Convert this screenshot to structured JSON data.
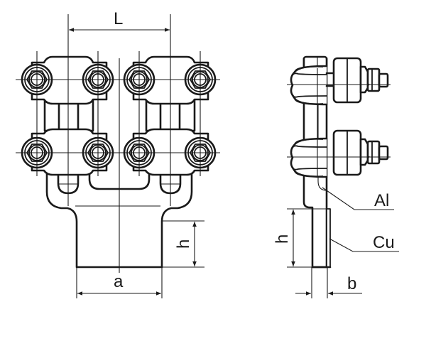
{
  "drawing": {
    "front_view": {
      "dimension_L": "L",
      "dimension_a": "a",
      "dimension_h": "h"
    },
    "side_view": {
      "dimension_h": "h",
      "dimension_b": "b",
      "material_aluminum": "Al",
      "material_copper": "Cu"
    },
    "line_color": "#1a1a1a",
    "background": "#ffffff"
  }
}
